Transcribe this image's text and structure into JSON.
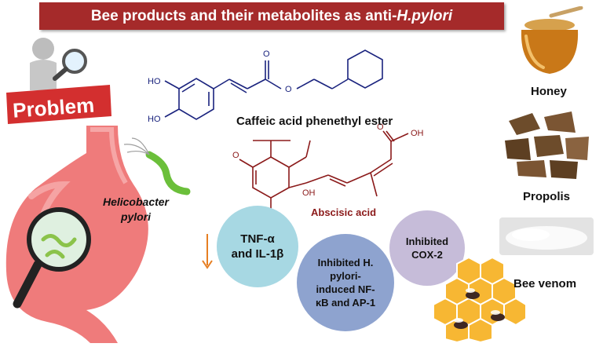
{
  "title": {
    "main": "Bee products and their metabolites as anti-",
    "italic": "H.pylori"
  },
  "problem_label": "Problem",
  "bacteria_label": {
    "line1": "Helicobacter",
    "line2": "pylori"
  },
  "cape": {
    "name": "Caffeic acid phenethyl ester",
    "ho_top": "HO",
    "ho_bottom": "HO",
    "carbonyl_o": "O",
    "ester_o": "O"
  },
  "aba": {
    "name": "Abscisic acid",
    "ketone_o": "O",
    "oh": "OH",
    "acid_o": "O",
    "acid_oh": "OH"
  },
  "effects": [
    {
      "line1": "TNF-α",
      "line2": "and IL-1β"
    },
    {
      "line1": "Inhibited H.",
      "line2": "pylori-",
      "line3": "induced NF-",
      "line4": "κB and AP-1"
    },
    {
      "line1": "Inhibited",
      "line2": "COX-2"
    }
  ],
  "products": [
    "Honey",
    "Propolis",
    "Bee venom"
  ],
  "colors": {
    "banner": "#a52a2a",
    "cape": "#1a237e",
    "aba": "#8b1a1a",
    "arrow": "#e67e22"
  }
}
